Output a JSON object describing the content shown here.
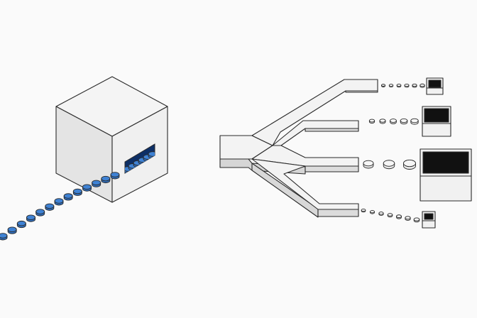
{
  "colors": {
    "background": "#fafafa",
    "outline": "#2a2a2a",
    "face_light": "#f4f4f4",
    "face_mid": "#e7e7e7",
    "face_dark": "#d2d2d2",
    "disc_blue": "#2f6fc0",
    "disc_blue_top": "#3f82d4",
    "disc_gray": "#e9e9e9",
    "box_interior": "#111111"
  },
  "diagram": {
    "stream_disc_count": 13,
    "slot_disc_count": 6,
    "branch_outputs": [
      {
        "disc_count": 6,
        "bin_size": "small"
      },
      {
        "disc_count": 5,
        "bin_size": "medium"
      },
      {
        "disc_count": 3,
        "bin_size": "large"
      },
      {
        "disc_count": 7,
        "bin_size": "small"
      }
    ]
  }
}
